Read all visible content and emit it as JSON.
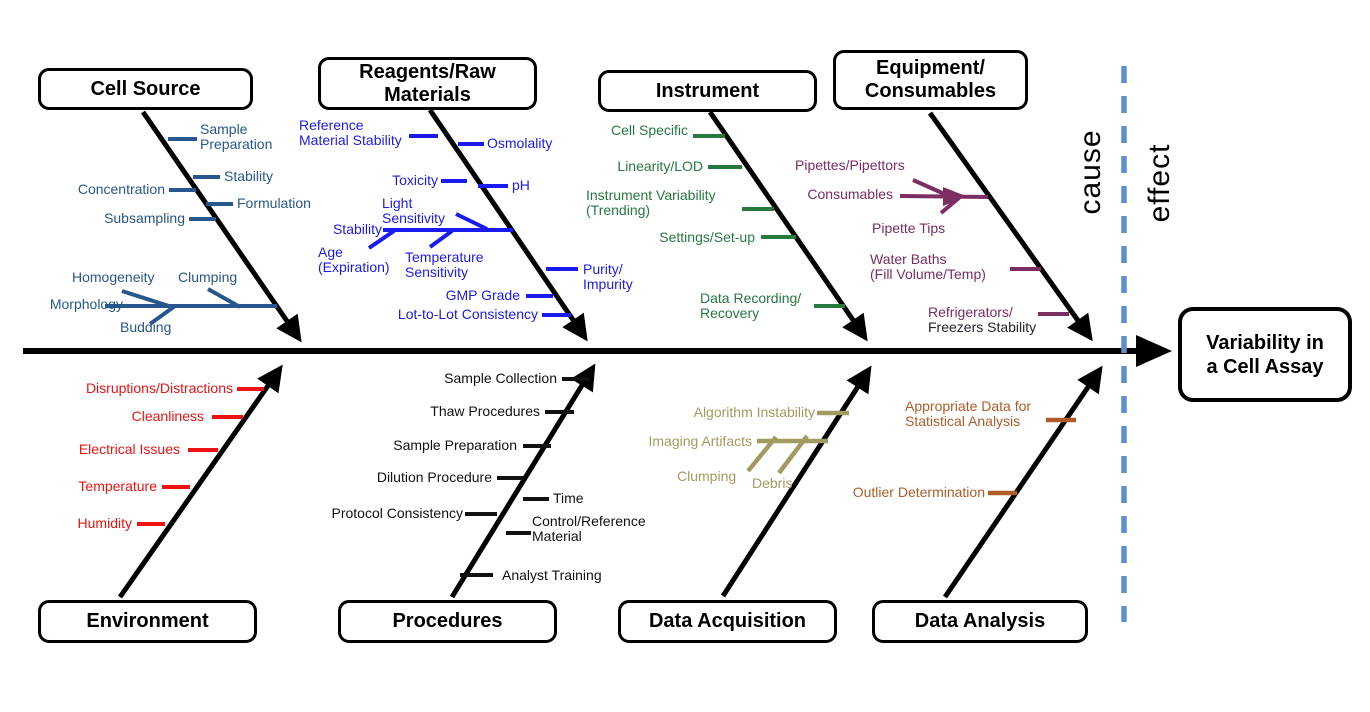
{
  "axis": {
    "cause_label": "cause",
    "effect_label": "effect",
    "divider_color": "#5E8FCB"
  },
  "effect_box": {
    "label": "Variability in\na Cell Assay"
  },
  "categories": {
    "cell_source": {
      "title": "Cell Source",
      "color": "#27578C",
      "items": {
        "sample_preparation": "Sample\nPreparation",
        "stability": "Stability",
        "concentration": "Concentration",
        "formulation": "Formulation",
        "subsampling": "Subsampling",
        "homogeneity": "Homogeneity",
        "clumping": "Clumping",
        "morphology": "Morphology",
        "budding": "Budding"
      }
    },
    "reagents_raw_materials": {
      "title": "Reagents/Raw\nMaterials",
      "color": "#1A1AEF",
      "items": {
        "reference_material_stability": "Reference\nMaterial Stability",
        "osmolality": "Osmolality",
        "toxicity": "Toxicity",
        "ph": "pH",
        "light_sensitivity": "Light\nSensitivity",
        "stability": "Stability",
        "age_expiration": "Age\n(Expiration)",
        "temperature_sensitivity": "Temperature\nSensitivity",
        "gmp_grade": "GMP Grade",
        "lot_to_lot_consistency": "Lot-to-Lot Consistency",
        "purity_impurity": "Purity/\nImpurity"
      }
    },
    "instrument": {
      "title": "Instrument",
      "color": "#26793F",
      "items": {
        "cell_specific": "Cell Specific",
        "linearity_lod": "Linearity/LOD",
        "instrument_variability": "Instrument Variability\n(Trending)",
        "settings_setup": "Settings/Set-up",
        "data_recording_recovery": "Data Recording/\nRecovery"
      }
    },
    "equipment_consumables": {
      "title": "Equipment/\nConsumables",
      "color": "#7C2D62",
      "items": {
        "pipettes_pipettors": "Pipettes/Pipettors",
        "consumables": "Consumables",
        "pipette_tips": "Pipette Tips",
        "water_baths": "Water Baths\n(Fill Volume/Temp)",
        "refrigerators": "Refrigerators/",
        "freezers_stability": "Freezers Stability"
      }
    },
    "environment": {
      "title": "Environment",
      "color": "#EE1111",
      "items": {
        "disruptions_distractions": "Disruptions/Distractions",
        "cleanliness": "Cleanliness",
        "electrical_issues": "Electrical Issues",
        "temperature": "Temperature",
        "humidity": "Humidity"
      }
    },
    "procedures": {
      "title": "Procedures",
      "color": "#111111",
      "items": {
        "sample_collection": "Sample Collection",
        "thaw_procedures": "Thaw Procedures",
        "sample_preparation": "Sample Preparation",
        "dilution_procedure": "Dilution Procedure",
        "time": "Time",
        "protocol_consistency": "Protocol Consistency",
        "control_reference_material": "Control/Reference\nMaterial",
        "analyst_training": "Analyst Training"
      }
    },
    "data_acquisition": {
      "title": "Data Acquisition",
      "color": "#A29A5F",
      "items": {
        "algorithm_instability": "Algorithm Instability",
        "imaging_artifacts": "Imaging Artifacts",
        "clumping": "Clumping",
        "debris": "Debris"
      }
    },
    "data_analysis": {
      "title": "Data Analysis",
      "color": "#B05C28",
      "items": {
        "appropriate_data": "Appropriate Data for\nStatistical Analysis",
        "outlier_determination": "Outlier Determination"
      }
    }
  }
}
